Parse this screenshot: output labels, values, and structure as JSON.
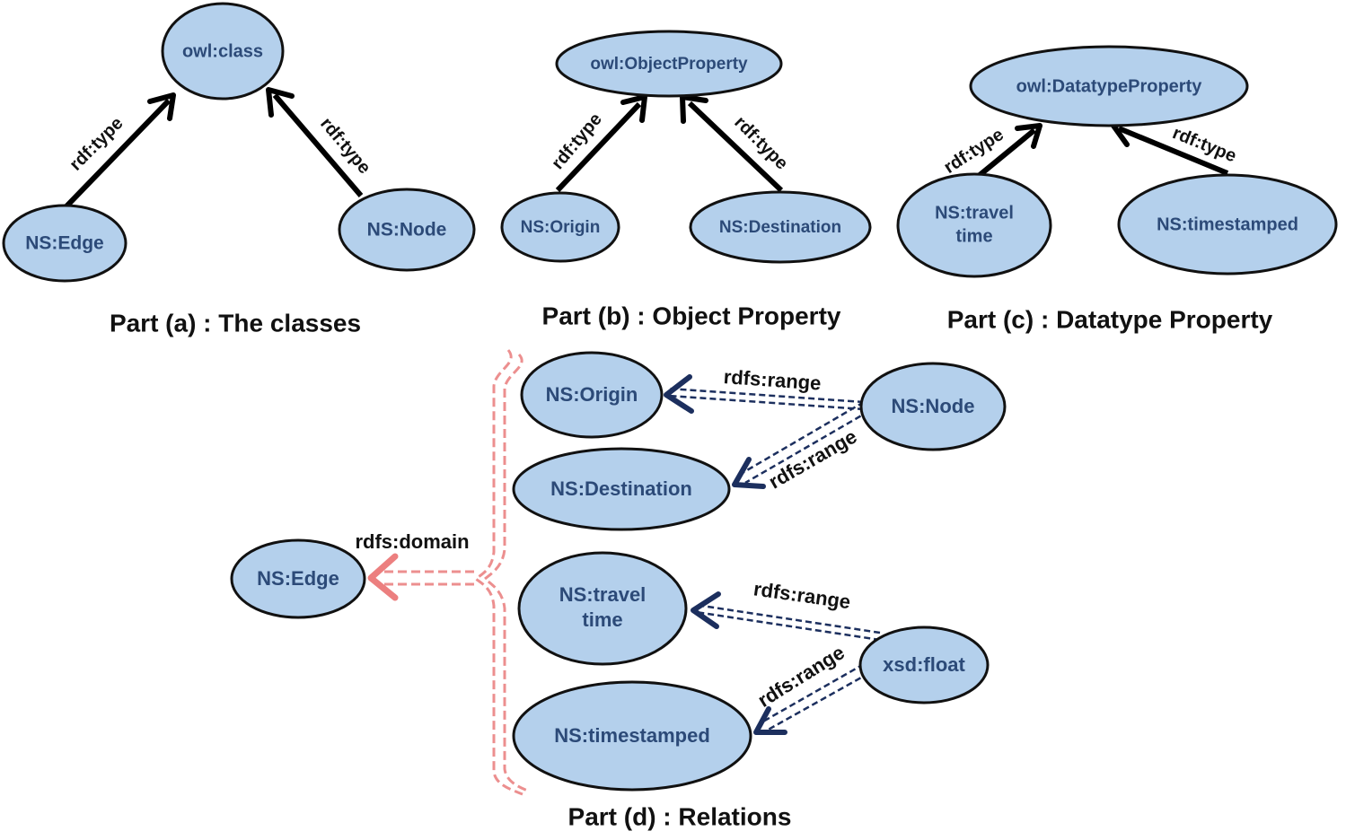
{
  "captions": {
    "part_a": "Part (a) : The classes",
    "part_b": "Part (b) : Object Property",
    "part_c": "Part (c) : Datatype Property",
    "part_d": "Part (d) : Relations"
  },
  "nodes": {
    "a_class": "owl:class",
    "a_edge": "NS:Edge",
    "a_node": "NS:Node",
    "b_objprop": "owl:ObjectProperty",
    "b_origin": "NS:Origin",
    "b_destination": "NS:Destination",
    "c_dtprop": "owl:DatatypeProperty",
    "c_travel_line1": "NS:travel",
    "c_travel_line2": "time",
    "c_timestamped": "NS:timestamped",
    "d_origin": "NS:Origin",
    "d_node": "NS:Node",
    "d_destination": "NS:Destination",
    "d_edge": "NS:Edge",
    "d_travel_line1": "NS:travel",
    "d_travel_line2": "time",
    "d_float": "xsd:float",
    "d_timestamped": "NS:timestamped"
  },
  "edge_labels": {
    "a_edge_type": "rdf:type",
    "a_node_type": "rdf:type",
    "b_origin_type": "rdf:type",
    "b_destination_type": "rdf:type",
    "c_travel_type": "rdf:type",
    "c_timestamped_type": "rdf:type",
    "d_origin_range": "rdfs:range",
    "d_destination_range": "rdfs:range",
    "d_domain": "rdfs:domain",
    "d_travel_range": "rdfs:range",
    "d_timestamped_range": "rdfs:range"
  },
  "colors": {
    "node_fill": "#b4d0ec",
    "node_text": "#2c4a78",
    "range_arrow": "#1c2f5e",
    "domain_arrow": "#ec8f8f"
  }
}
